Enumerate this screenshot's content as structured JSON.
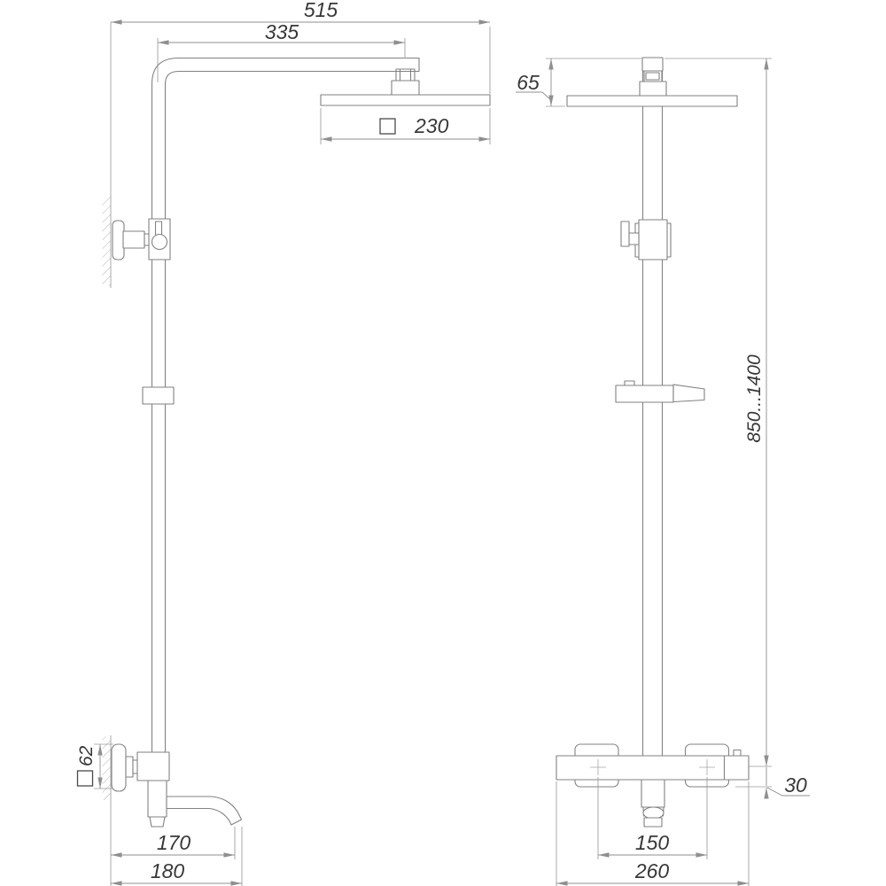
{
  "drawing": {
    "kind": "technical dimension drawing, shower column system, two orthographic views"
  },
  "dimensions": {
    "d515": "515",
    "d335": "335",
    "d230": "230",
    "d65": "65",
    "d850_1400": "850...1400",
    "d62": "62",
    "d170": "170",
    "d180": "180",
    "d150": "150",
    "d260": "260",
    "d30": "30"
  },
  "symbols": {
    "square": "□"
  },
  "colors": {
    "object_line": "#828282",
    "dimension_line": "#8f8f8f",
    "text": "#383838",
    "background": "#ffffff"
  }
}
